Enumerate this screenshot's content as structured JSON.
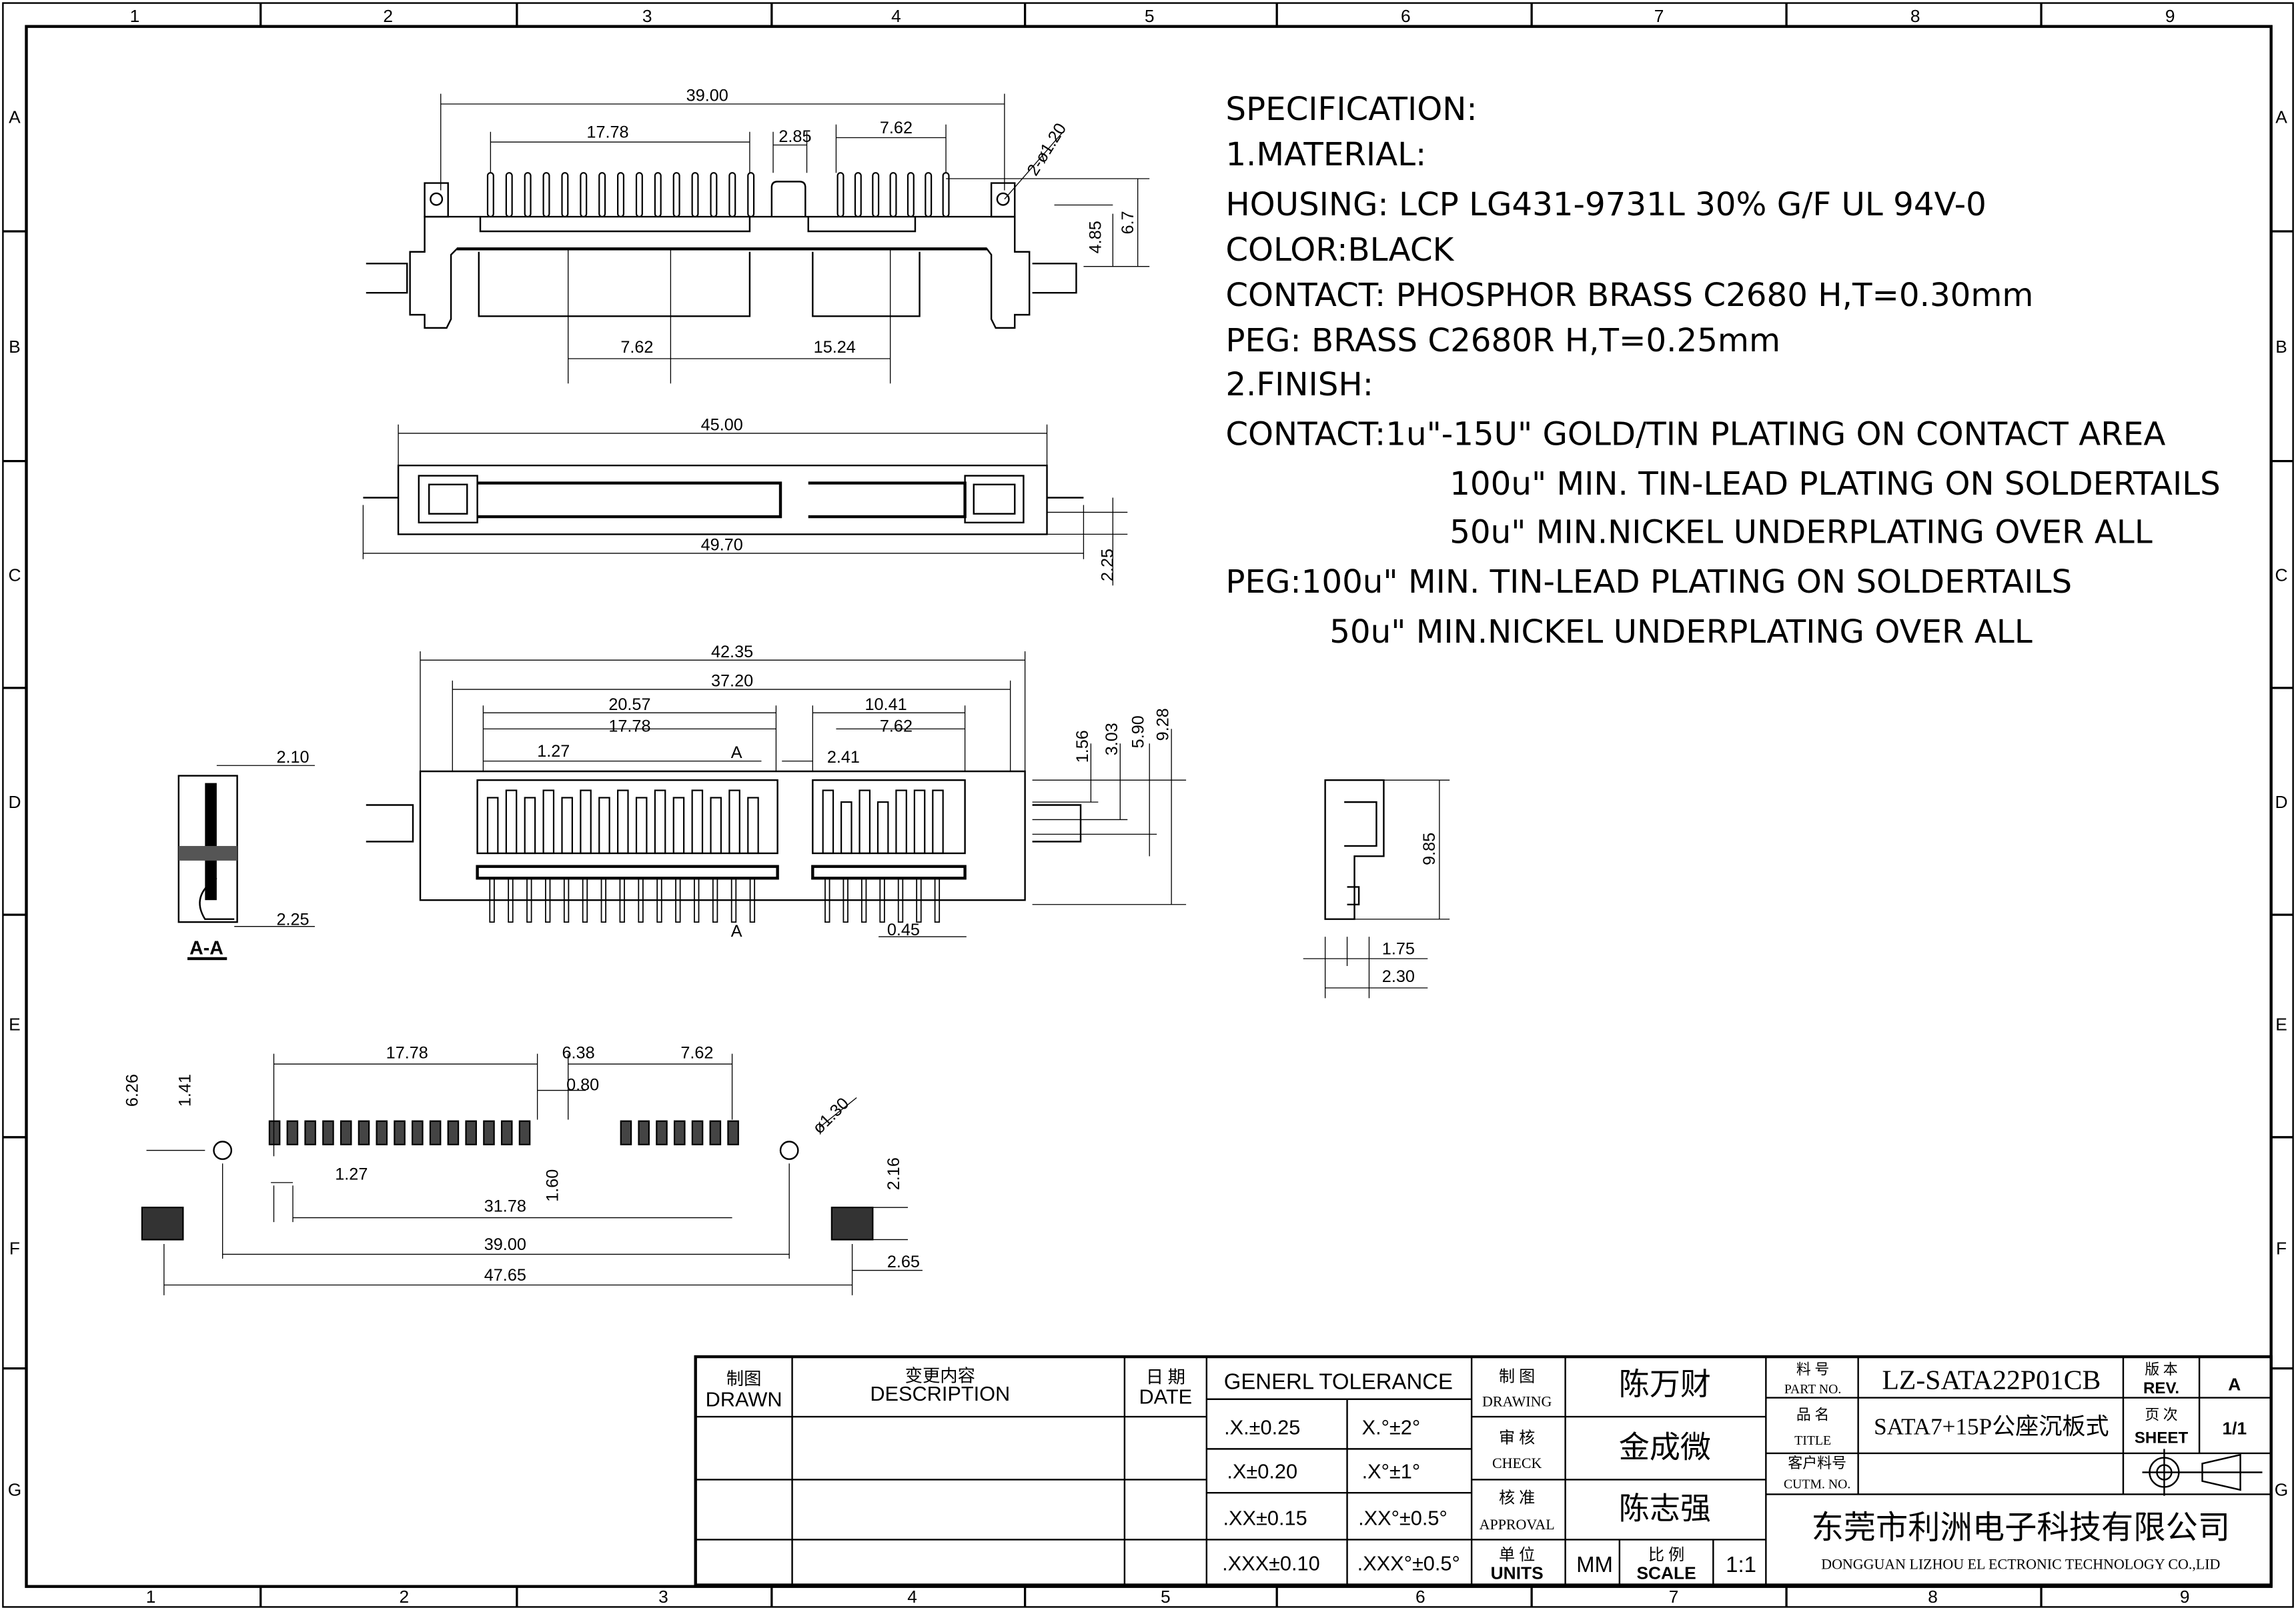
{
  "grid": {
    "top_columns": [
      "1",
      "2",
      "3",
      "4",
      "5",
      "6",
      "7",
      "8",
      "9"
    ],
    "bottom_columns": [
      "1",
      "2",
      "3",
      "4",
      "5",
      "6",
      "7",
      "8",
      "9"
    ],
    "rows": [
      "A",
      "B",
      "C",
      "D",
      "E",
      "F",
      "G"
    ]
  },
  "specification": {
    "lines": [
      "SPECIFICATION:",
      "1.MATERIAL:",
      "HOUSING: LCP LG431-9731L 30% G/F UL 94V-0",
      "COLOR:BLACK",
      "CONTACT: PHOSPHOR BRASS C2680 H,T=0.30mm",
      "PEG: BRASS C2680R H,T=0.25mm",
      "2.FINISH:",
      "CONTACT:1u\"-15U\" GOLD/TIN PLATING ON CONTACT AREA",
      "100u\" MIN. TIN-LEAD PLATING ON SOLDERTAILS",
      "50u\" MIN.NICKEL UNDERPLATING OVER ALL",
      "PEG:100u\" MIN. TIN-LEAD PLATING ON SOLDERTAILS",
      "50u\" MIN.NICKEL UNDERPLATING OVER ALL"
    ]
  },
  "dimensions": {
    "top_view": [
      "39.00",
      "17.78",
      "2.85",
      "7.62",
      "2-ø1.20",
      "4.85",
      "6.7",
      "7.62",
      "15.24"
    ],
    "bottom_view": [
      "45.00",
      "49.70",
      "2.25"
    ],
    "front_view": [
      "42.35",
      "37.20",
      "20.57",
      "10.41",
      "17.78",
      "7.62",
      "1.27",
      "A",
      "2.41",
      "1.56",
      "3.03",
      "5.90",
      "9.28",
      "A",
      "0.45"
    ],
    "section": [
      "2.10",
      "2.25",
      "A-A"
    ],
    "side_view": [
      "9.85",
      "1.75",
      "2.30"
    ],
    "footprint": [
      "17.78",
      "6.38",
      "7.62",
      "0.80",
      "6.26",
      "1.41",
      "ø1.30",
      "1.27",
      "1.60",
      "2.16",
      "31.78",
      "39.00",
      "2.65",
      "47.65"
    ]
  },
  "title_block": {
    "drawn_cn": "制图",
    "drawn_en": "DRAWN",
    "desc_cn": "变更内容",
    "desc_en": "DESCRIPTION",
    "date_cn": "日 期",
    "date_en": "DATE",
    "tolerance_header": "GENERL  TOLERANCE",
    "tolerances": [
      [
        ".X.±0.25",
        "X.°±2°"
      ],
      [
        ".X±0.20",
        ".X°±1°"
      ],
      [
        ".XX±0.15",
        ".XX°±0.5°"
      ],
      [
        ".XXX±0.10",
        ".XXX°±0.5°"
      ]
    ],
    "drawing_cn": "制 图",
    "drawing_en": "DRAWING",
    "drawing_name": "陈万财",
    "check_cn": "审 核",
    "check_en": "CHECK",
    "check_name": "金成微",
    "approval_cn": "核 准",
    "approval_en": "APPROVAL",
    "approval_name": "陈志强",
    "units_cn": "单 位",
    "units_en": "UNITS",
    "units_value": "MM",
    "scale_cn": "比 例",
    "scale_en": "SCALE",
    "scale_value": "1:1",
    "part_no_cn": "料 号",
    "part_no_en": "PART NO.",
    "part_no": "LZ-SATA22P01CB",
    "rev_cn": "版 本",
    "rev_en": "REV.",
    "rev": "A",
    "title_cn": "品 名",
    "title_en": "TITLE",
    "title": "SATA7+15P公座沉板式",
    "sheet_cn": "页 次",
    "sheet_en": "SHEET",
    "sheet": "1/1",
    "cust_cn": "客户料号",
    "cust_en": "CUTM. NO.",
    "company_cn": "东莞市利洲电子科技有限公司",
    "company_en": "DONGGUAN LIZHOU EL ECTRONIC TECHNOLOGY CO.,LID"
  }
}
